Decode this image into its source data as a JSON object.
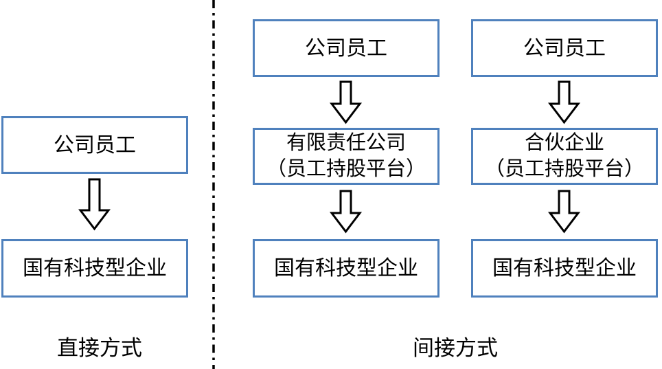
{
  "colors": {
    "box_border": "#4f81bd",
    "box_fill": "#ffffff",
    "arrow_outline": "#000000",
    "divider": "#000000",
    "text": "#000000",
    "background": "#ffffff"
  },
  "direct_flow": {
    "label": "直接方式",
    "nodes": [
      {
        "lines": [
          "公司员工"
        ]
      },
      {
        "lines": [
          "国有科技型企业"
        ]
      }
    ]
  },
  "indirect_flow": {
    "label": "间接方式",
    "columns": [
      {
        "nodes": [
          {
            "lines": [
              "公司员工"
            ]
          },
          {
            "lines": [
              "有限责任公司",
              "（员工持股平台）"
            ]
          },
          {
            "lines": [
              "国有科技型企业"
            ]
          }
        ]
      },
      {
        "nodes": [
          {
            "lines": [
              "公司员工"
            ]
          },
          {
            "lines": [
              "合伙企业",
              "（员工持股平台）"
            ]
          },
          {
            "lines": [
              "国有科技型企业"
            ]
          }
        ]
      }
    ]
  }
}
